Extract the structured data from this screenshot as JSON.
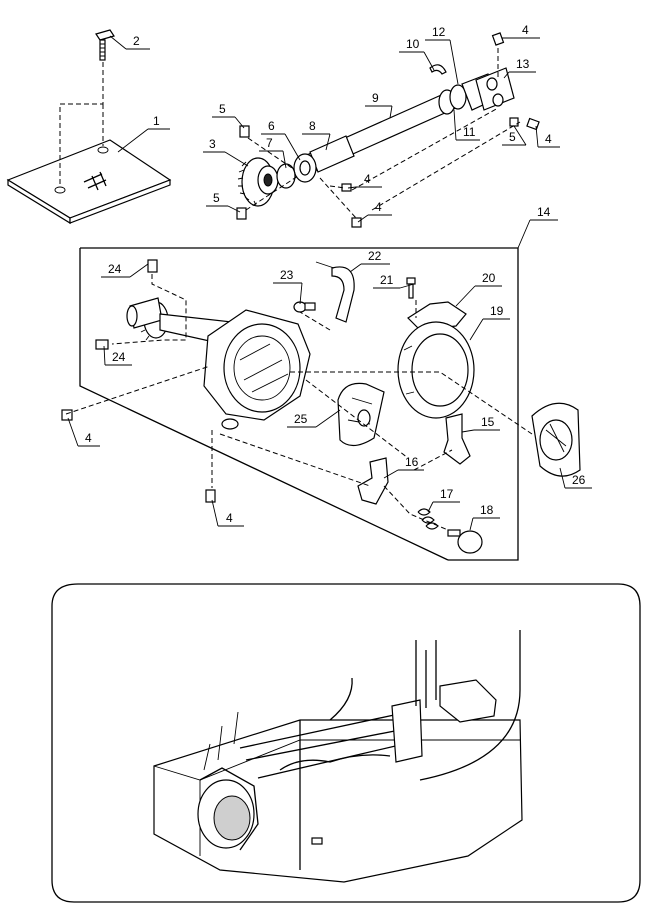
{
  "callouts": [
    {
      "id": "p1",
      "label": "1"
    },
    {
      "id": "p2",
      "label": "2"
    },
    {
      "id": "p3",
      "label": "3"
    },
    {
      "id": "p4a",
      "label": "4"
    },
    {
      "id": "p4b",
      "label": "4"
    },
    {
      "id": "p4c",
      "label": "4"
    },
    {
      "id": "p4d",
      "label": "4"
    },
    {
      "id": "p4e",
      "label": "4"
    },
    {
      "id": "p4f",
      "label": "4"
    },
    {
      "id": "p5a",
      "label": "5"
    },
    {
      "id": "p5b",
      "label": "5"
    },
    {
      "id": "p5c",
      "label": "5"
    },
    {
      "id": "p6",
      "label": "6"
    },
    {
      "id": "p7",
      "label": "7"
    },
    {
      "id": "p8",
      "label": "8"
    },
    {
      "id": "p9",
      "label": "9"
    },
    {
      "id": "p10",
      "label": "10"
    },
    {
      "id": "p11",
      "label": "11"
    },
    {
      "id": "p12",
      "label": "12"
    },
    {
      "id": "p13",
      "label": "13"
    },
    {
      "id": "p14",
      "label": "14"
    },
    {
      "id": "p15",
      "label": "15"
    },
    {
      "id": "p16",
      "label": "16"
    },
    {
      "id": "p17",
      "label": "17"
    },
    {
      "id": "p18",
      "label": "18"
    },
    {
      "id": "p19",
      "label": "19"
    },
    {
      "id": "p20",
      "label": "20"
    },
    {
      "id": "p21",
      "label": "21"
    },
    {
      "id": "p22",
      "label": "22"
    },
    {
      "id": "p23",
      "label": "23"
    },
    {
      "id": "p24a",
      "label": "24"
    },
    {
      "id": "p24b",
      "label": "24"
    },
    {
      "id": "p25",
      "label": "25"
    },
    {
      "id": "p26",
      "label": "26"
    }
  ]
}
